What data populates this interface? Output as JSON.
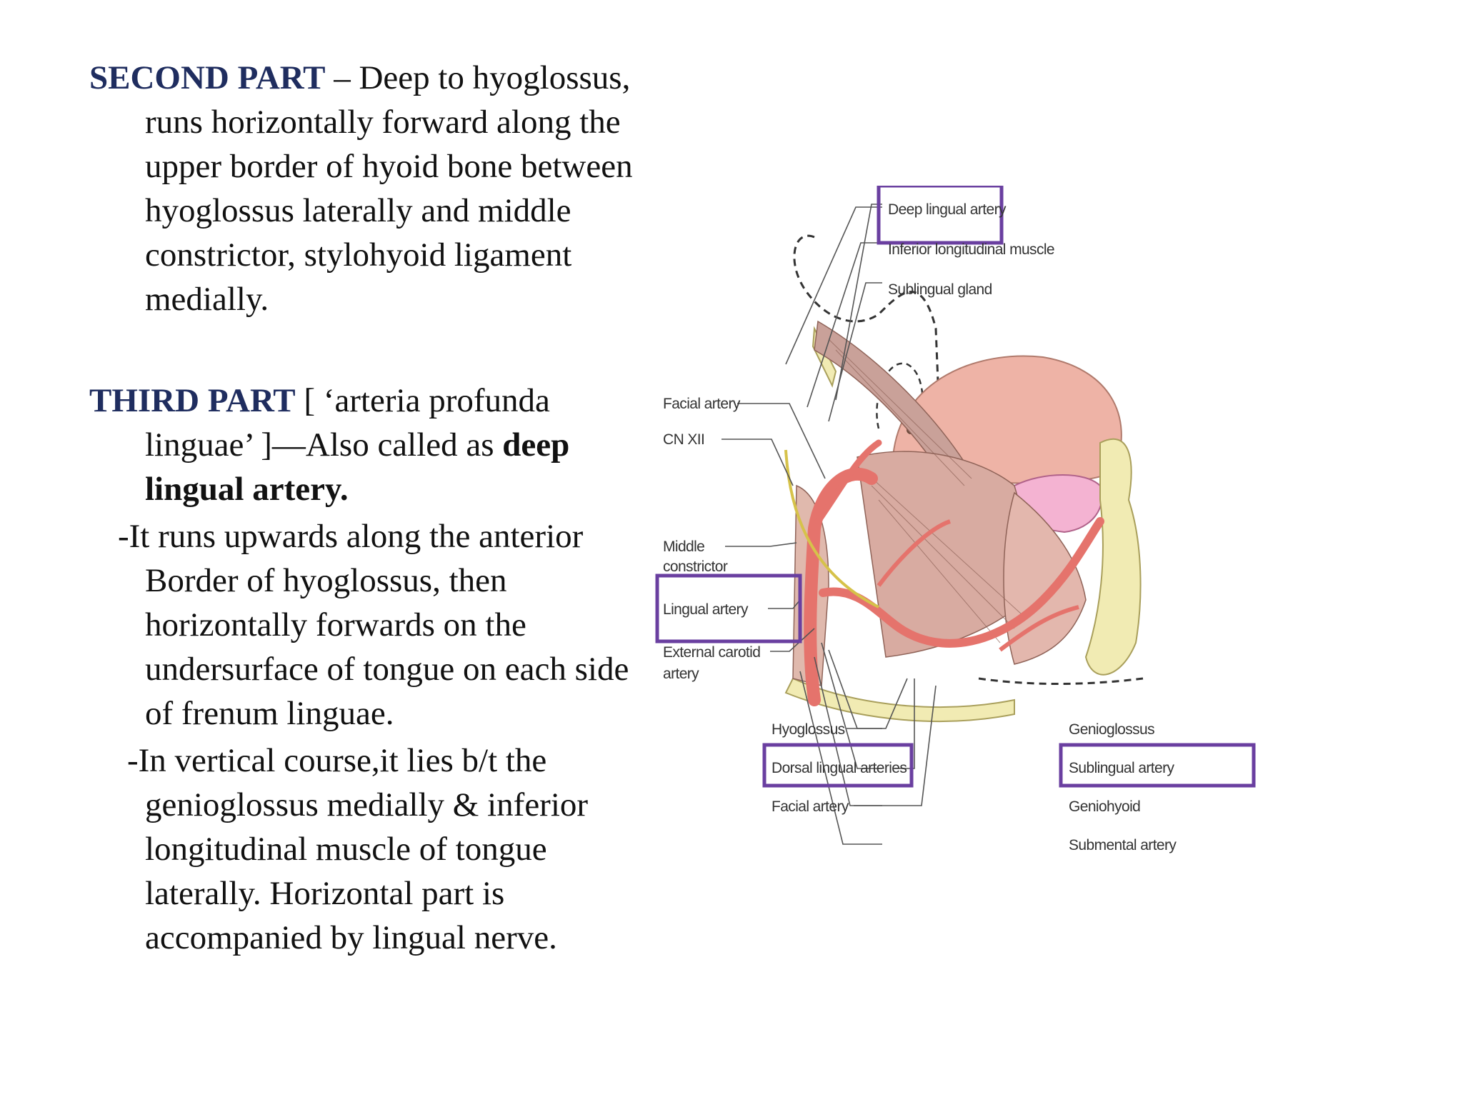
{
  "second_part": {
    "heading": "SECOND PART",
    "text": " – Deep to hyoglossus, runs horizontally forward along the upper border of hyoid bone between hyoglossus laterally and middle constrictor, stylohyoid ligament medially."
  },
  "third_part": {
    "heading": "THIRD PART",
    "text_before": " [ ‘arteria profunda linguae’ ]—Also called as ",
    "bold_term": "deep lingual artery.",
    "bullets": [
      "-It runs upwards along the anterior Border of hyoglossus, then horizontally forwards on the undersurface of tongue on each side of frenum linguae.",
      "-In vertical course,it lies b/t the genioglossus medially & inferior longitudinal muscle of tongue laterally. Horizontal part is accompanied by lingual nerve."
    ]
  },
  "figure": {
    "labels": {
      "deep_lingual_artery": "Deep lingual artery",
      "inferior_longitudinal_muscle": "Inferior longitudinal muscle",
      "sublingual_gland": "Sublingual gland",
      "facial_artery_top": "Facial artery",
      "cn_xii": "CN XII",
      "middle_constrictor_1": "Middle",
      "middle_constrictor_2": "constrictor",
      "lingual_artery": "Lingual artery",
      "external_carotid_1": "External carotid",
      "external_carotid_2": "artery",
      "hyoglossus": "Hyoglossus",
      "dorsal_lingual_arteries": "Dorsal lingual arteries",
      "facial_artery_bottom": "Facial artery",
      "genioglossus": "Genioglossus",
      "sublingual_artery": "Sublingual artery",
      "geniohyoid": "Geniohyoid",
      "submental_artery": "Submental artery"
    },
    "highlight_color": "#6a3fa0"
  }
}
